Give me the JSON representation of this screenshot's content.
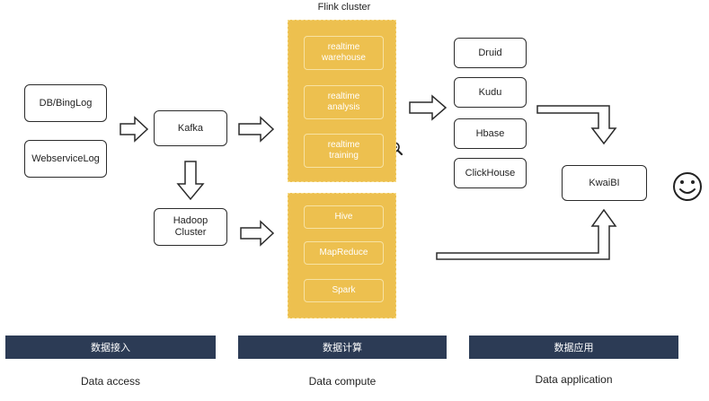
{
  "cluster_title": "Flink cluster",
  "sources": {
    "db_bing_log": "DB/BingLog",
    "webservice_log": "WebserviceLog"
  },
  "ingest": {
    "kafka": "Kafka",
    "hadoop_cluster": "Hadoop\nCluster"
  },
  "flink_jobs": [
    "realtime\nwarehouse",
    "realtime\nanalysis",
    "realtime\ntraining"
  ],
  "batch_jobs": [
    "Hive",
    "MapReduce",
    "Spark"
  ],
  "stores": [
    "Druid",
    "Kudu",
    "Hbase",
    "ClickHouse"
  ],
  "bi": "KwaiBI",
  "sections": [
    {
      "band": "数据接入",
      "caption": "Data access"
    },
    {
      "band": "数据计算",
      "caption": "Data compute"
    },
    {
      "band": "数据应用",
      "caption": "Data application"
    }
  ],
  "colors": {
    "panel": "#edc04f",
    "band": "#2c3b55"
  }
}
